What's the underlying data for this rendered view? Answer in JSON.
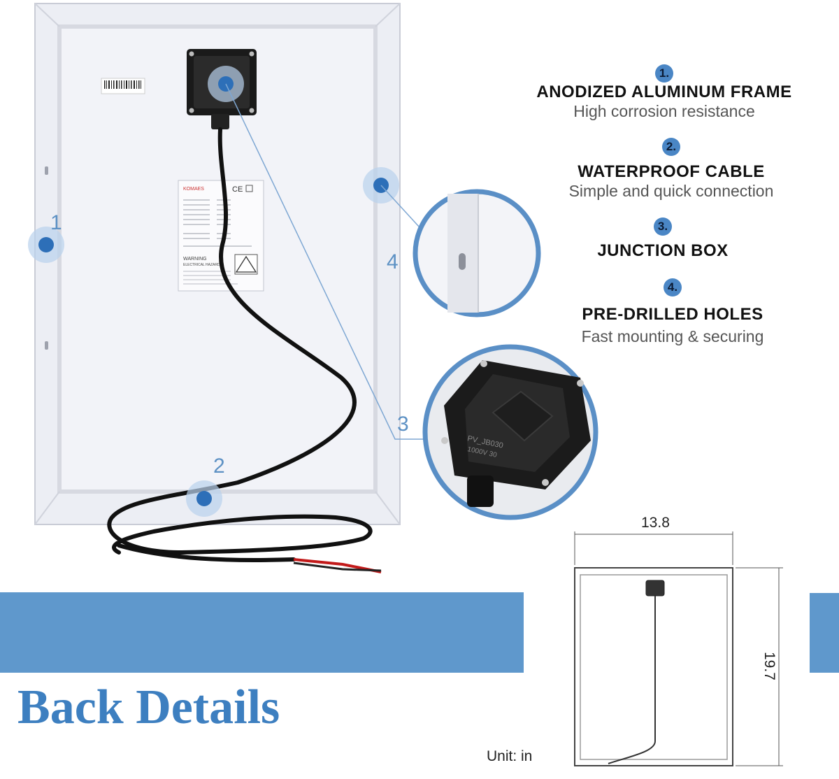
{
  "features": [
    {
      "num": "1.",
      "title": "ANODIZED ALUMINUM FRAME",
      "subtitle": "High corrosion resistance"
    },
    {
      "num": "2.",
      "title": "WATERPROOF CABLE",
      "subtitle": "Simple and quick connection"
    },
    {
      "num": "3.",
      "title": "JUNCTION BOX",
      "subtitle": ""
    },
    {
      "num": "4.",
      "title": "PRE-DRILLED HOLES",
      "subtitle": "Fast mounting & securing"
    }
  ],
  "callouts": {
    "c1": "1",
    "c2": "2",
    "c3": "3",
    "c4": "4"
  },
  "label": {
    "brand": "KOMAES",
    "ce": "CE",
    "warning": "WARNING",
    "hazard": "ELECTRICAL HAZARD"
  },
  "junction_box_text": {
    "model": "PV_JB030",
    "rating": "1000V 30"
  },
  "page_title": "Back Details",
  "dimensions": {
    "width": "13.8",
    "height": "19.7",
    "unit": "Unit: in"
  },
  "colors": {
    "accent": "#5f98cc",
    "title_blue": "#3d7fc0",
    "dot_blue": "#2d6fb8"
  }
}
